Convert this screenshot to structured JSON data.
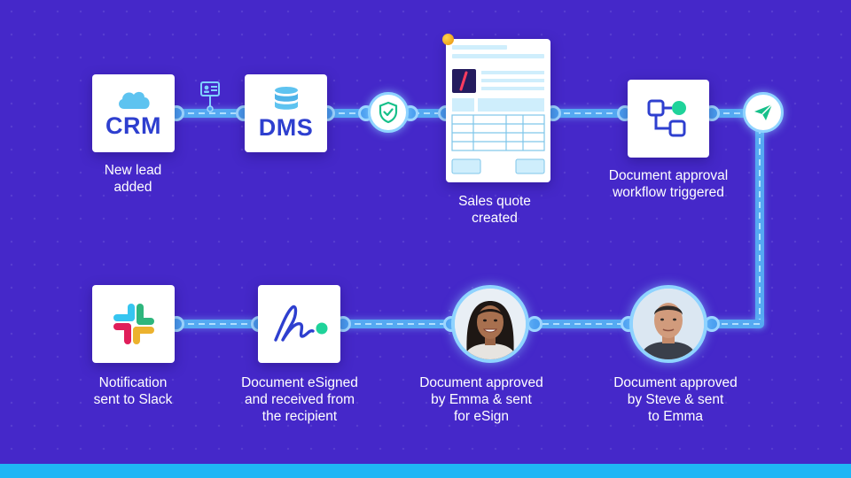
{
  "steps": [
    {
      "tile_text": "CRM",
      "icon": "cloud-icon",
      "caption": [
        "New lead",
        "added"
      ]
    },
    {
      "tile_text": "DMS",
      "icon": "database-icon",
      "caption": []
    },
    {
      "icon": "shield-check-icon",
      "caption": []
    },
    {
      "icon": "sales-quote-document-icon",
      "caption": [
        "Sales quote",
        "created"
      ]
    },
    {
      "icon": "workflow-icon",
      "caption": [
        "Document approval",
        "workflow triggered"
      ]
    },
    {
      "icon": "send-icon",
      "caption": []
    },
    {
      "icon": "steve-avatar",
      "caption": [
        "Document approved",
        "by Steve & sent",
        "to Emma"
      ]
    },
    {
      "icon": "emma-avatar",
      "caption": [
        "Document approved",
        "by Emma & sent",
        "for eSign"
      ]
    },
    {
      "icon": "signature-icon",
      "caption": [
        "Document eSigned",
        "and received from",
        "the recipient"
      ]
    },
    {
      "icon": "slack-logo",
      "caption": [
        "Notification",
        "sent to Slack"
      ]
    }
  ],
  "colors": {
    "background": "#4528c9",
    "pipe": "#55a9f2",
    "accent_blue": "#2e3fcf",
    "accent_green": "#1fd39a",
    "bottom_bar": "#1fb6f5"
  }
}
